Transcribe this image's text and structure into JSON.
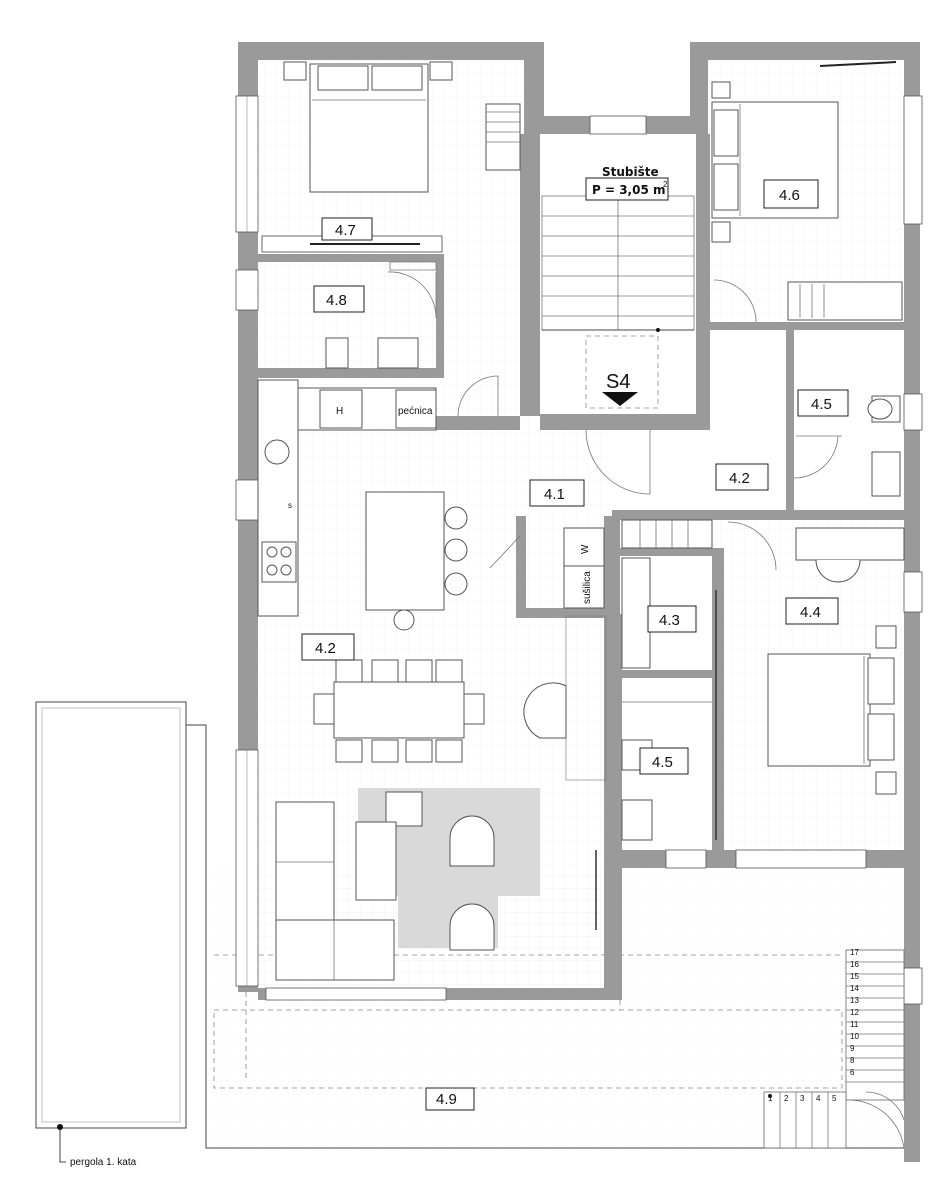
{
  "rooms": {
    "r47": "4.7",
    "r48": "4.8",
    "r46": "4.6",
    "r45_top": "4.5",
    "r42_hall": "4.2",
    "r41": "4.1",
    "r42_living": "4.2",
    "r43": "4.3",
    "r44": "4.4",
    "r45_bottom": "4.5",
    "r49": "4.9"
  },
  "stair": {
    "title": "Stubište",
    "area_text": "P = 3,05 m",
    "area_sup": "2",
    "marker": "S4"
  },
  "appliances": {
    "h": "H",
    "oven": "pećnica",
    "w": "W",
    "dryer": "sušilica",
    "sink": "s"
  },
  "pergola_label": "pergola 1. kata",
  "steps_vertical": [
    "17",
    "16",
    "15",
    "14",
    "13",
    "12",
    "11",
    "10",
    "9",
    "8",
    "6"
  ],
  "steps_horizontal": [
    "1",
    "2",
    "3",
    "4",
    "5"
  ]
}
